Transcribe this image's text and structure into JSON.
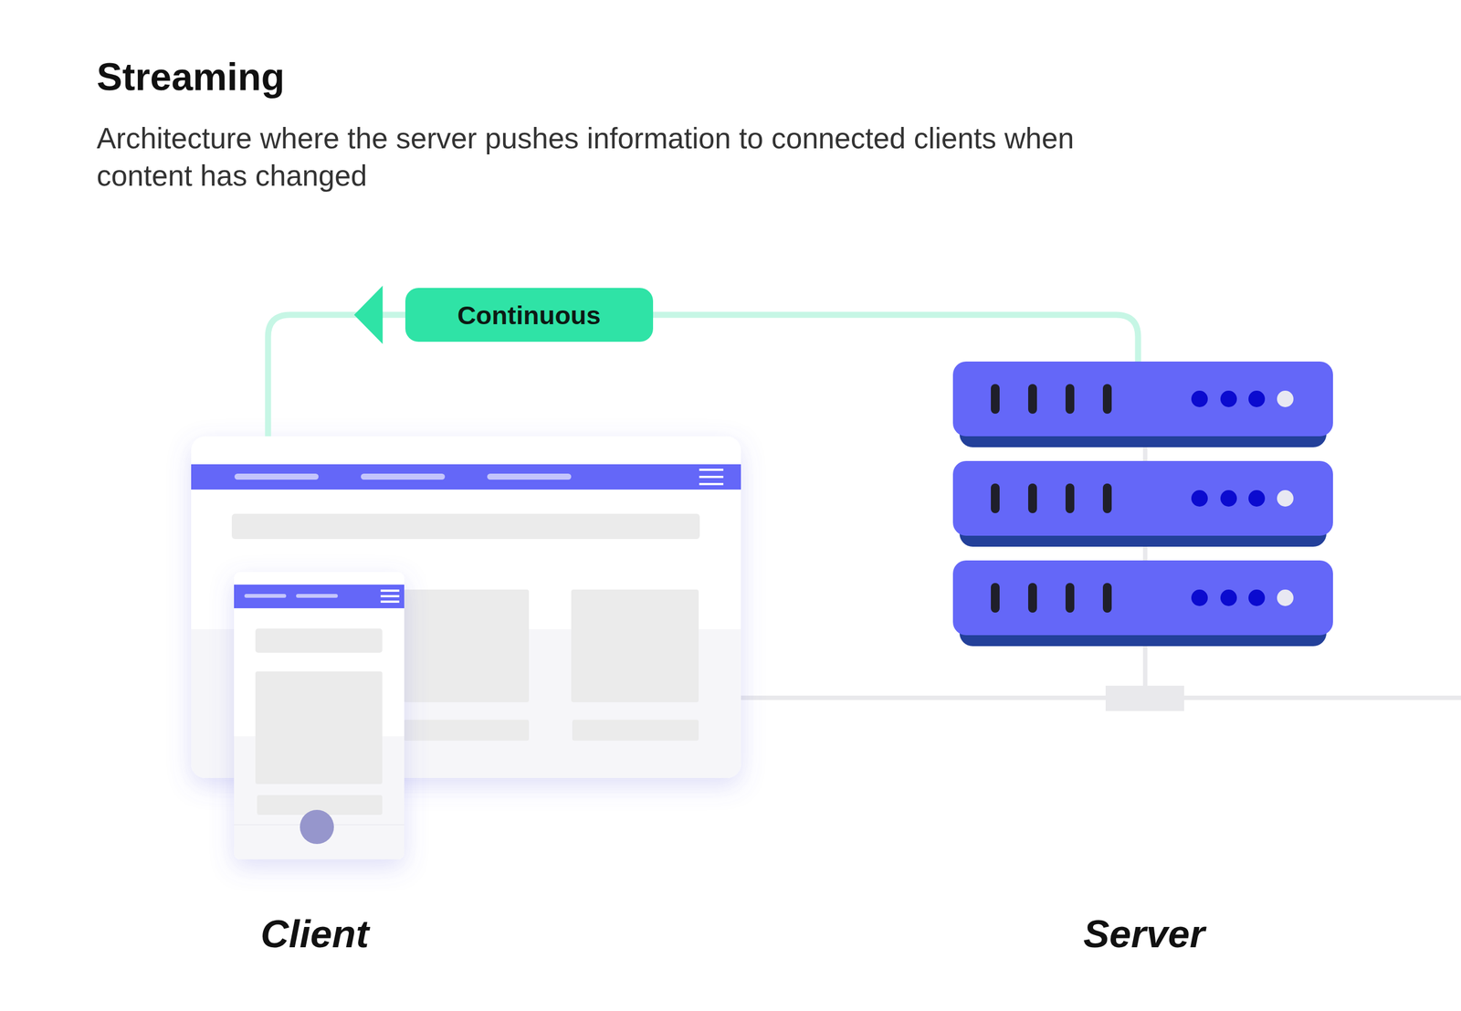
{
  "diagram": {
    "title": "Streaming",
    "caption": "Architecture where the server pushes information to connected clients when content has changed",
    "nodes": [
      {
        "text": [
          "Client"
        ]
      },
      {
        "text": [
          "Server"
        ]
      }
    ],
    "edges": [
      {
        "from": 1,
        "to": 0,
        "arrow": "to",
        "label": "Continuous"
      }
    ]
  }
}
